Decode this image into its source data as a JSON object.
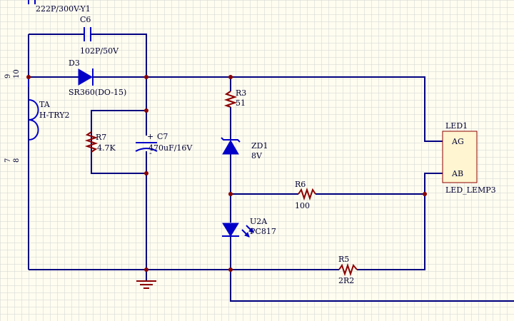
{
  "components": {
    "c_y1": {
      "value": "222P/300V-Y1"
    },
    "c6": {
      "ref": "C6",
      "value": "102P/50V"
    },
    "d3": {
      "ref": "D3",
      "value": "SR360(DO-15)"
    },
    "ta": {
      "ref": "TA",
      "value": "H-TRY2",
      "pins": [
        "9",
        "10",
        "7",
        "8"
      ]
    },
    "r7": {
      "ref": "R7",
      "value": "4.7K"
    },
    "c7": {
      "ref": "C7",
      "value": "470uF/16V",
      "plus": "+",
      "minus": "-"
    },
    "r3": {
      "ref": "R3",
      "value": "51"
    },
    "zd1": {
      "ref": "ZD1",
      "value": "8V"
    },
    "u2a": {
      "ref": "U2A",
      "value": "PC817"
    },
    "r6": {
      "ref": "R6",
      "value": "100"
    },
    "r5": {
      "ref": "R5",
      "value": "2R2"
    },
    "led1": {
      "ref": "LED1",
      "value": "LED_LEMP3",
      "pins": [
        "AG",
        "AB"
      ]
    }
  },
  "colors": {
    "background": "#fffdf0",
    "grid": "#d2d2d2",
    "wire": "#000080",
    "component": "#0000c8",
    "resistor": "#8b0000",
    "junction": "#8b0000",
    "led_fill": "#fff5d0"
  }
}
